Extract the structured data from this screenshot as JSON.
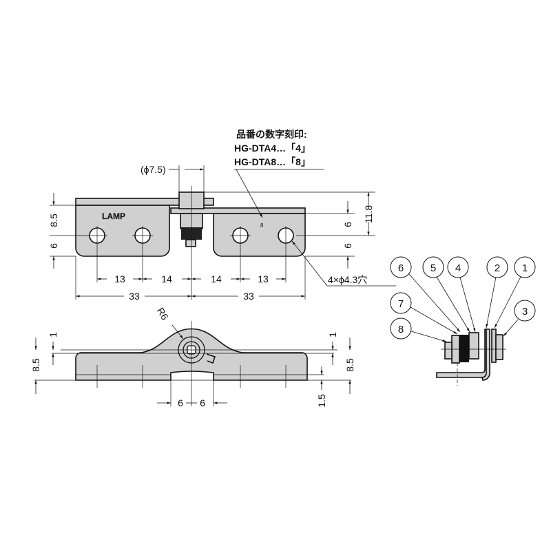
{
  "top_view": {
    "logo": "LAMP",
    "stamp": "8",
    "annotation": [
      "品番の数字刻印:",
      "HG-DTA4…「4」",
      "HG-DTA8…「8」"
    ],
    "pivot_diameter": "(ϕ7.5)",
    "holes": "4×ϕ4.3穴",
    "dims_horizontal": [
      "13",
      "14",
      "14",
      "13"
    ],
    "dims_total": [
      "33",
      "33"
    ],
    "dims_left": [
      "8.5",
      "6"
    ],
    "dims_right": [
      "6",
      "6",
      "11.8"
    ]
  },
  "side_view": {
    "radius": "R6",
    "dims_left": [
      "8.5",
      "1"
    ],
    "dims_right": [
      "1",
      "8.5"
    ],
    "dims_bottom": [
      "6",
      "6"
    ],
    "dim_step": "1.5"
  },
  "exploded_view": {
    "balloons": [
      "1",
      "2",
      "3",
      "4",
      "5",
      "6",
      "7",
      "8"
    ]
  }
}
